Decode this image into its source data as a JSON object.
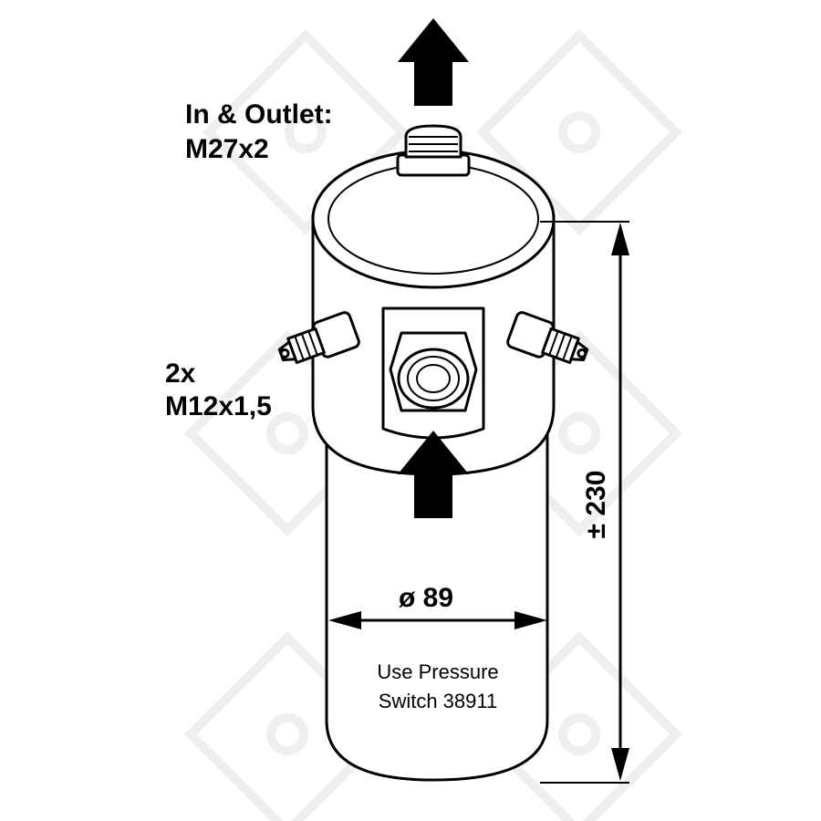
{
  "labels": {
    "inlet_outlet_line1": "In & Outlet:",
    "inlet_outlet_line2": "M27x2",
    "side_ports_line1": "2x",
    "side_ports_line2": "M12x1,5",
    "diameter": "ø 89",
    "height": "± 230",
    "note_line1": "Use Pressure",
    "note_line2": "Switch 38911"
  },
  "colors": {
    "line": "#000000",
    "fill": "#ffffff",
    "watermark": "#9a9a9a"
  },
  "icons": {
    "flow_out": "arrow-up-icon",
    "flow_in": "arrow-up-icon",
    "watermark": "nrf-logo-watermark"
  }
}
